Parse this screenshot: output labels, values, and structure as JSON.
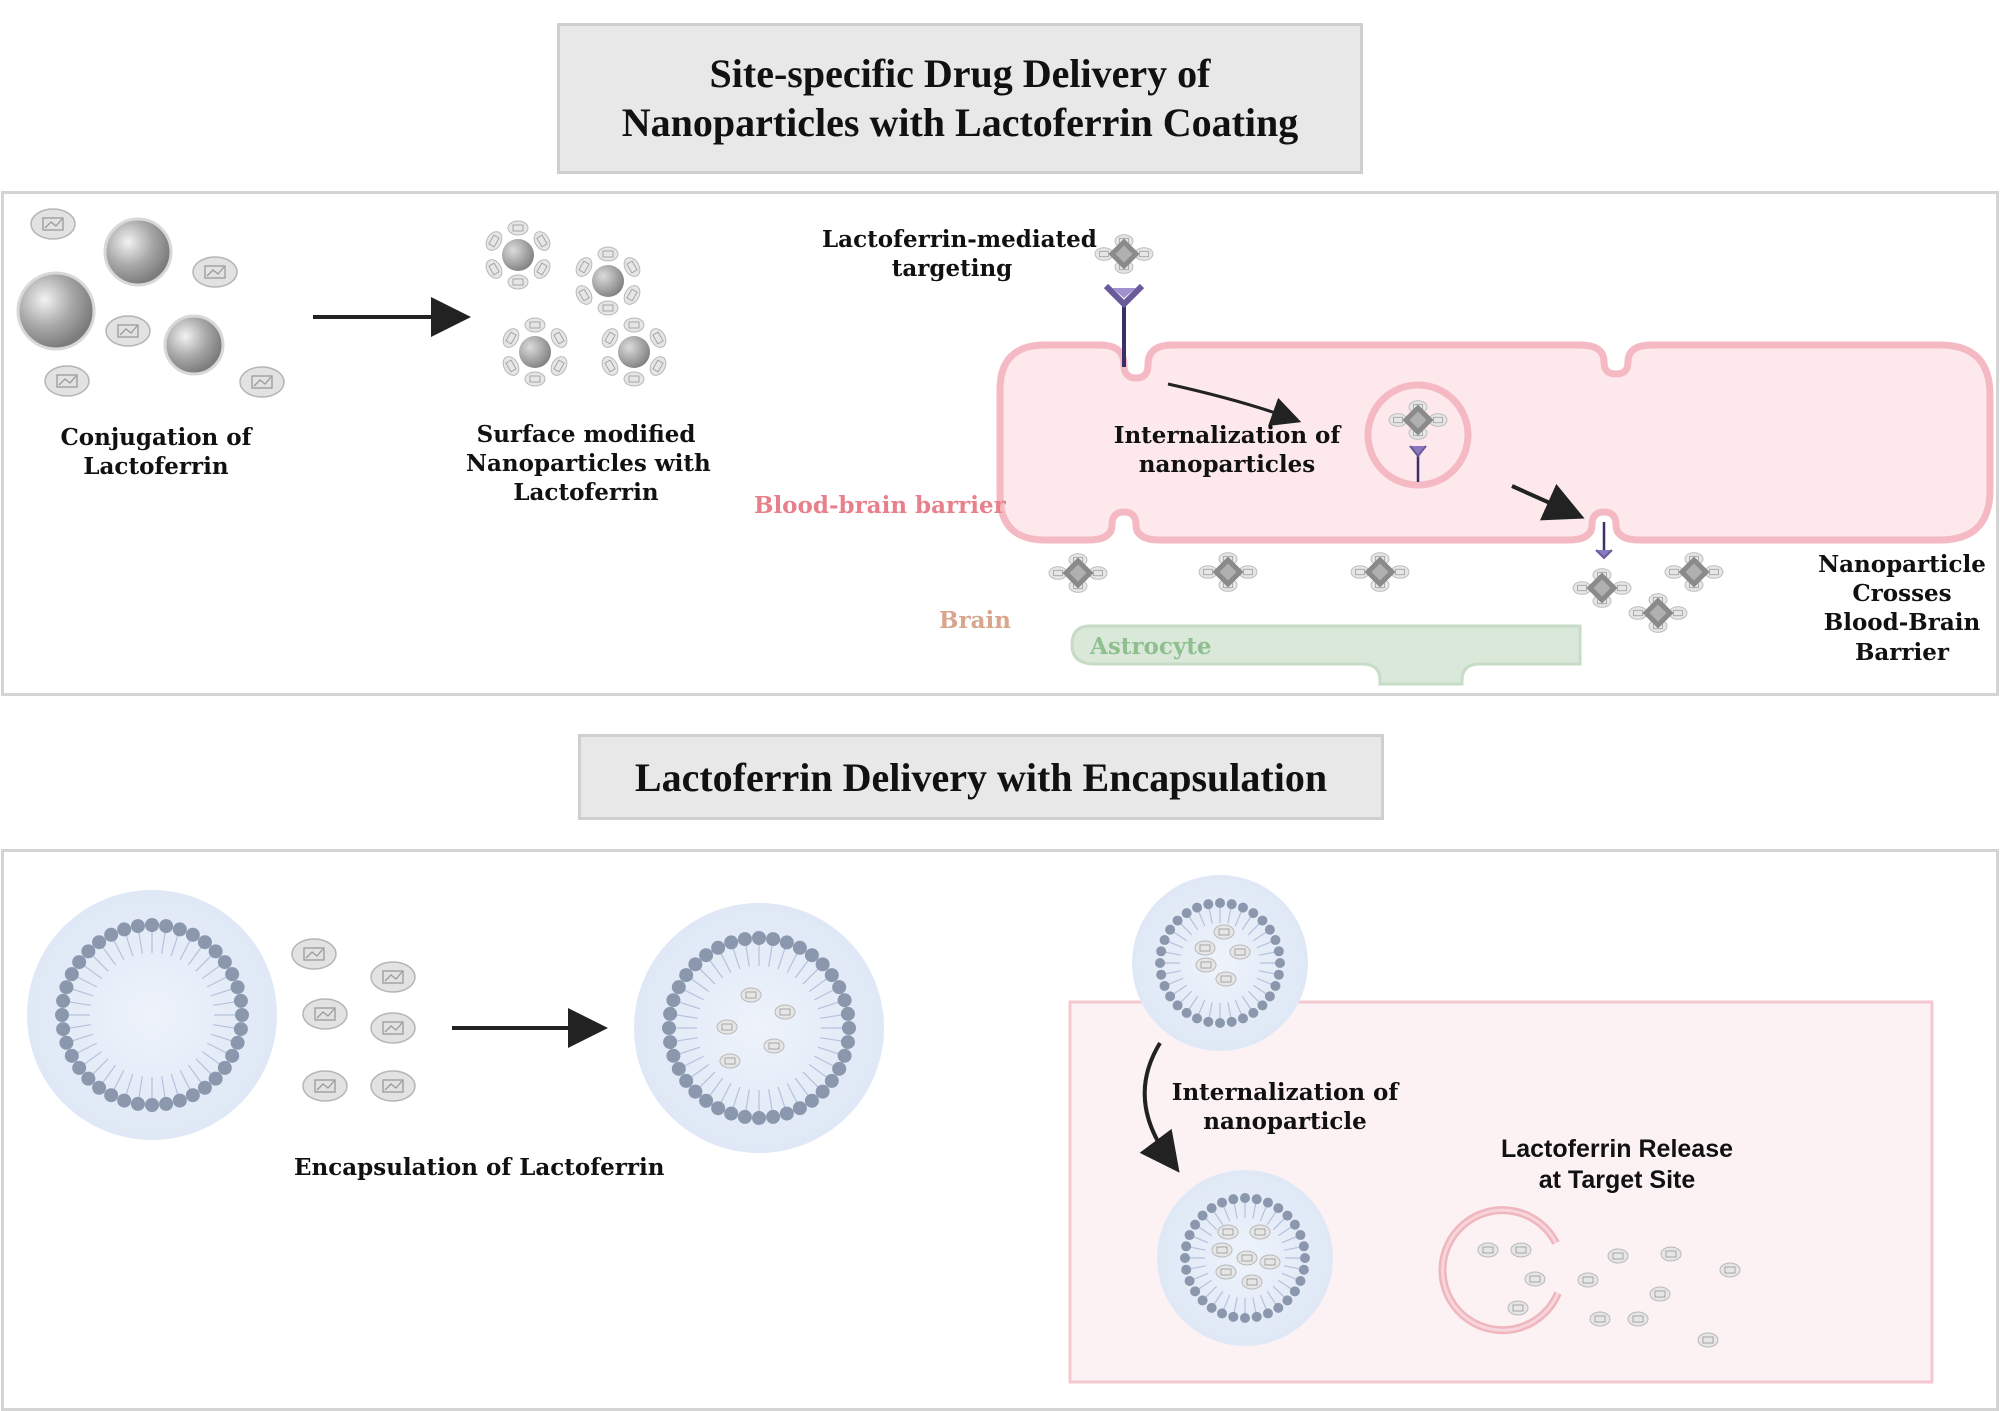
{
  "panel1": {
    "title_line1": "Site-specific Drug Delivery of",
    "title_line2": "Nanoparticles with Lactoferrin Coating",
    "conjugation": [
      "Conjugation of",
      "Lactoferrin"
    ],
    "surface_modified": [
      "Surface modified",
      "Nanoparticles with",
      "Lactoferrin"
    ],
    "targeting": [
      "Lactoferrin-mediated",
      "targeting"
    ],
    "internalization": [
      "Internalization of",
      "nanoparticles"
    ],
    "bbb_label": "Blood-brain barrier",
    "brain_label": "Brain",
    "astrocyte_label": "Astrocyte",
    "crosses": [
      "Nanoparticle",
      "Crosses",
      "Blood-Brain",
      "Barrier"
    ]
  },
  "panel2": {
    "title": "Lactoferrin Delivery with Encapsulation",
    "encapsulation": "Encapsulation of Lactoferrin",
    "internalization": [
      "Internalization of",
      "nanoparticle"
    ],
    "release": [
      "Lactoferrin Release",
      "at Target Site"
    ]
  },
  "colors": {
    "bbb_fill": "#fde9ec",
    "bbb_stroke": "#f4b9c2",
    "bbb_text": "#e8808c",
    "brain_text": "#d8a68e",
    "astrocyte_fill": "#d9e8d9",
    "astrocyte_text": "#8fbf8f",
    "liposome_halo": "#e3ecf8",
    "lipid_head": "#8a97ad",
    "receptor": "#6a5a9a"
  }
}
